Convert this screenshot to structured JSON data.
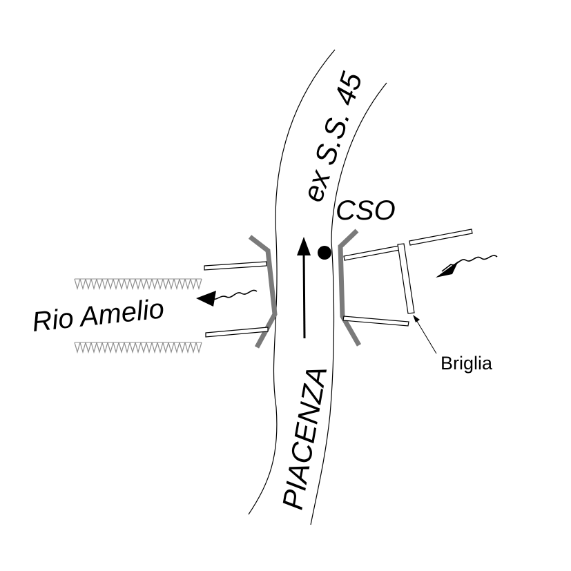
{
  "diagram": {
    "road_label": "ex S.S. 45",
    "direction_label": "PIACENZA",
    "point_label": "CSO",
    "stream_label": "Rio Amelio",
    "weir_label": "Briglia",
    "colors": {
      "line": "#000000",
      "wall": "#7a7a7a",
      "riprap": "#8c8c8c",
      "background": "#ffffff"
    }
  }
}
